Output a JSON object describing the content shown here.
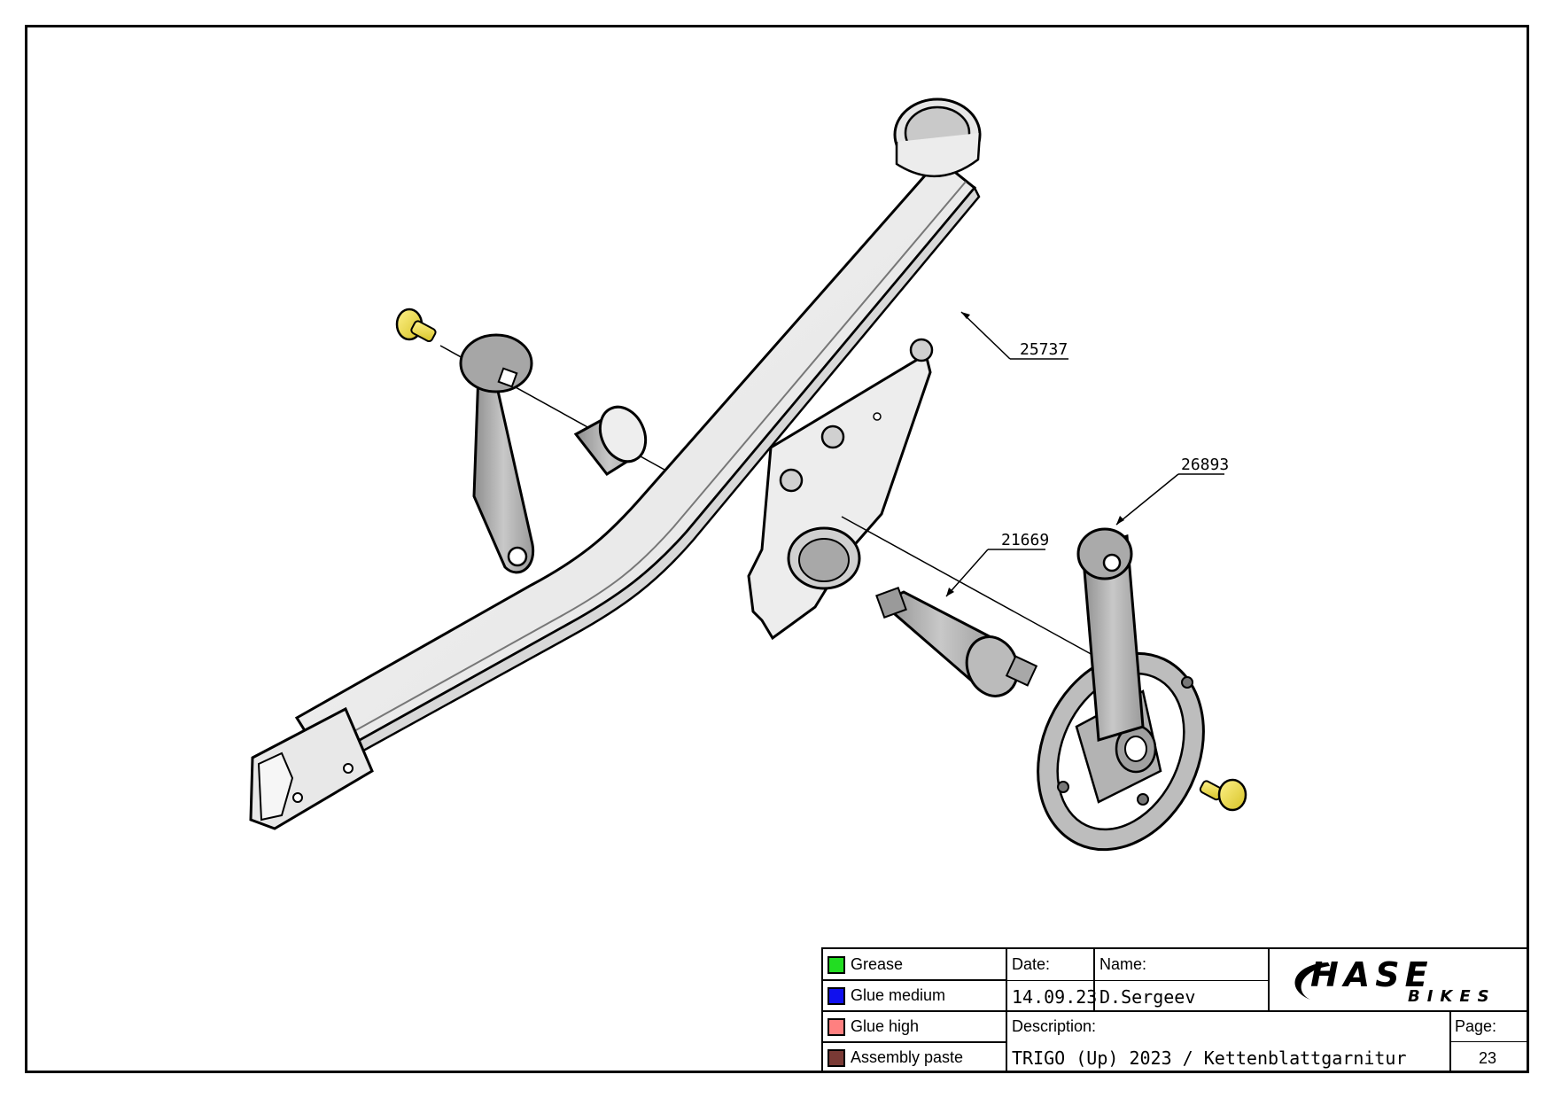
{
  "callouts": [
    {
      "id": "25737"
    },
    {
      "id": "26893"
    },
    {
      "id": "21669"
    }
  ],
  "legend": [
    {
      "label": "Grease",
      "color": "#22dd22"
    },
    {
      "label": "Glue medium",
      "color": "#1010ee"
    },
    {
      "label": "Glue high",
      "color": "#ff8080"
    },
    {
      "label": "Assembly paste",
      "color": "#7a3a35"
    }
  ],
  "title_block": {
    "date_label": "Date:",
    "date_value": "14.09.23",
    "name_label": "Name:",
    "name_value": "D.Sergeev",
    "description_label": "Description:",
    "description_value": "TRIGO (Up) 2023 / Kettenblattgarnitur",
    "page_label": "Page:",
    "page_value": "23",
    "logo_text": "HASE",
    "logo_subtext": "BIKES"
  }
}
